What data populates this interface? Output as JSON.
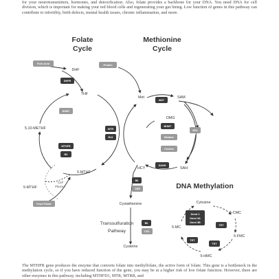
{
  "intro_text": "for your neurotransmitters, hormones, and detoxification. Also, folate provides a backbone for your DNA. You need DNA for cell division, which is important for making your red blood cells and regenerating your gut lining. Low function of genes in this pathway can contribute to infertility, birth defects, mental health issues, chronic inflammation, and more.",
  "outro_text": "The MTHFR gene produces the enzyme that converts folate into methylfolate, the active form of folate. This gene is a bottleneck in the methylation cycle, so if you have reduced function of the gene, you may be at a higher risk of low folate function. However, there are other enzymes in this pathway, including MTHFD1, MTR, MTRR, and",
  "headings": {
    "folate_1": "Folate",
    "folate_2": "Cycle",
    "methionine_1": "Methionine",
    "methionine_2": "Cycle",
    "dna_methylation": "DNA Methylation",
    "transsulfuration_1": "Transsulfuration",
    "transsulfuration_2": "Pathway"
  },
  "labels": {
    "dhf": "DHF",
    "thf": "THF",
    "methf": "5,10-METHF",
    "mthf_a": "5-MTHF",
    "mthf_b": "5-MTHF",
    "cell_membrane_1": "Cell",
    "cell_membrane_2": "Plasma",
    "met": "Met",
    "sam": "SAM",
    "dmg": "DMG",
    "hcy": "HCY",
    "sah": "SAH",
    "cystathionine": "Cystathionine",
    "cysteine": "Cysteine",
    "cytosine": "Cytosine",
    "c5_cmc": "5-CMC",
    "c5_fmc": "5-FMC",
    "c5_hmc": "5-HMC",
    "c5_mc": "5-MC"
  },
  "boxes": {
    "folic_acid": "Folic Acid",
    "dhfr": "DHFR",
    "shmt": "SHMT",
    "mthfr": "MTHFR",
    "b2": "B2",
    "food_folate": "Food Folate",
    "mtr": "MTR",
    "b12": "B12",
    "protein": "Protein",
    "mat": "MAT",
    "bhmt": "BHMT",
    "betaine": "Betaine",
    "choline": "Choline",
    "mts": "MTs",
    "sahh": "SAHH",
    "b6": "B6",
    "cbs": "CBS",
    "b6_b": "B6",
    "cgl": "CGL",
    "dnmt_1": "Dnmt 1",
    "dnmt_2": "Dnmt 3A",
    "dnmt_3": "Dnmt 3B",
    "tet_1": "TET",
    "tet_2": "TET",
    "tet_3": "TET"
  },
  "colors": {
    "dark_box": "#3a3a3a",
    "light_box": "#9a9a9a",
    "line": "#333333"
  }
}
